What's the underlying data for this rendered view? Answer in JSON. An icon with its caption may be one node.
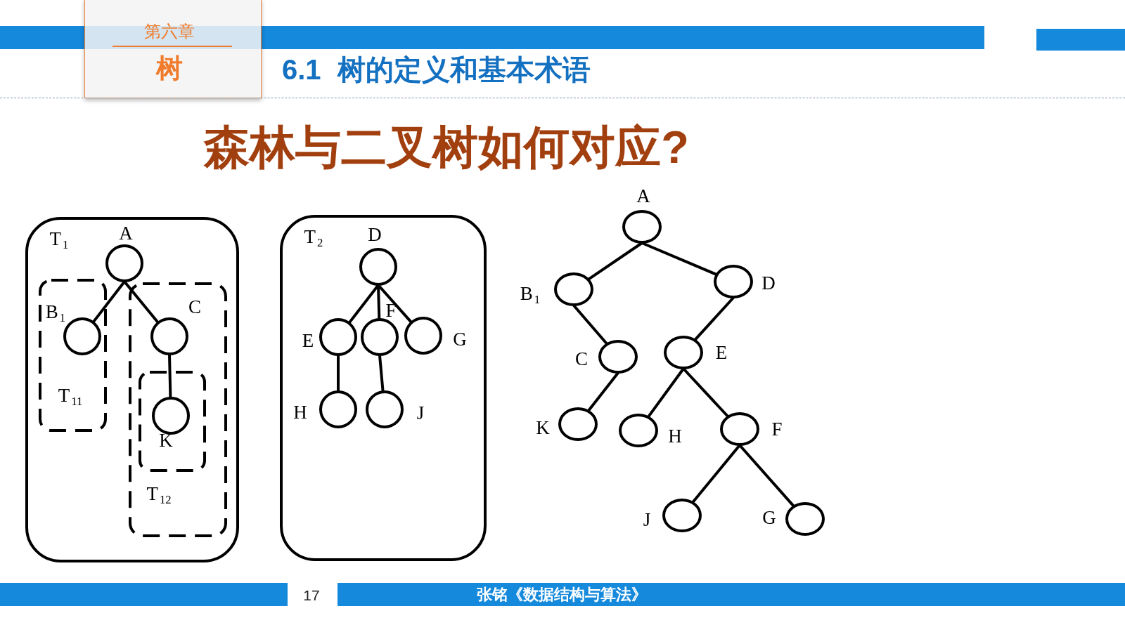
{
  "diagram": {
    "title": "森林与二叉树如何对应?",
    "nodes": [
      {
        "text": [
          "T$_{1}$"
        ]
      },
      {
        "text": [],
        "shape": "circle",
        "beside": [
          "A"
        ],
        "in": 0
      },
      {
        "text": [
          "T$_{11}$"
        ],
        "in": 0
      },
      {
        "text": [],
        "shape": "circle",
        "beside": [
          "B$_{1}$"
        ],
        "in": 2
      },
      {
        "text": [
          "T$_{12}$"
        ],
        "in": 0
      },
      {
        "text": [],
        "shape": "circle",
        "beside": [
          "C"
        ],
        "in": 4
      },
      {
        "text": [],
        "shape": "box",
        "in": 4
      },
      {
        "text": [],
        "shape": "circle",
        "beside": [
          "K"
        ],
        "in": 6
      },
      {
        "text": [
          "T$_{2}$"
        ]
      },
      {
        "text": [],
        "shape": "circle",
        "beside": [
          "D"
        ],
        "in": 8
      },
      {
        "text": [],
        "shape": "circle",
        "beside": [
          "E"
        ],
        "in": 8
      },
      {
        "text": [],
        "shape": "circle",
        "beside": [
          "F"
        ],
        "in": 8
      },
      {
        "text": [],
        "shape": "circle",
        "beside": [
          "G"
        ],
        "in": 8
      },
      {
        "text": [],
        "shape": "circle",
        "beside": [
          "H"
        ],
        "in": 8
      },
      {
        "text": [],
        "shape": "circle",
        "beside": [
          "J"
        ],
        "in": 8
      },
      {
        "text": [],
        "shape": "circle",
        "beside": [
          "A"
        ]
      },
      {
        "text": [],
        "shape": "circle",
        "beside": [
          "B$_{1}$"
        ]
      },
      {
        "text": [],
        "shape": "circle",
        "beside": [
          "D"
        ]
      },
      {
        "text": [],
        "shape": "circle",
        "beside": [
          "C"
        ]
      },
      {
        "text": [],
        "shape": "circle",
        "beside": [
          "E"
        ]
      },
      {
        "text": [],
        "shape": "circle",
        "beside": [
          "K"
        ]
      },
      {
        "text": [],
        "shape": "circle",
        "beside": [
          "H"
        ]
      },
      {
        "text": [],
        "shape": "circle",
        "beside": [
          "F"
        ]
      },
      {
        "text": [],
        "shape": "circle",
        "beside": [
          "J"
        ]
      },
      {
        "text": [],
        "shape": "circle",
        "beside": [
          "G"
        ]
      }
    ],
    "edges": [
      {
        "from": 1,
        "to": 3,
        "arrow": "none"
      },
      {
        "from": 1,
        "to": 5,
        "arrow": "none"
      },
      {
        "from": 5,
        "to": 7,
        "arrow": "none"
      },
      {
        "from": 9,
        "to": 10,
        "arrow": "none"
      },
      {
        "from": 9,
        "to": 11,
        "arrow": "none"
      },
      {
        "from": 9,
        "to": 12,
        "arrow": "none"
      },
      {
        "from": 10,
        "to": 13,
        "arrow": "none"
      },
      {
        "from": 11,
        "to": 14,
        "arrow": "none"
      },
      {
        "from": 15,
        "to": 16,
        "arrow": "none"
      },
      {
        "from": 15,
        "to": 17,
        "arrow": "none"
      },
      {
        "from": 16,
        "to": 18,
        "arrow": "none"
      },
      {
        "from": 17,
        "to": 19,
        "arrow": "none"
      },
      {
        "from": 18,
        "to": 20,
        "arrow": "none"
      },
      {
        "from": 19,
        "to": 21,
        "arrow": "none"
      },
      {
        "from": 19,
        "to": 22,
        "arrow": "none"
      },
      {
        "from": 22,
        "to": 23,
        "arrow": "none"
      },
      {
        "from": 22,
        "to": 24,
        "arrow": "none"
      }
    ],
    "labels": [
      "第六章",
      "树",
      "6.1 树的定义和基本术语",
      "17",
      "张铭《数据结构与算法》"
    ]
  }
}
